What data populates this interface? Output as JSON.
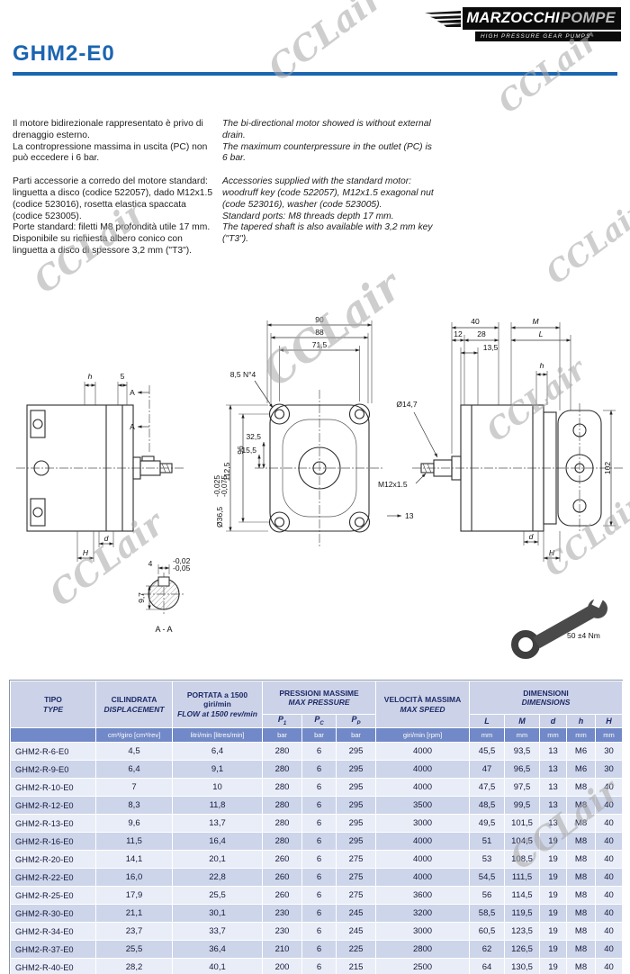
{
  "logo": {
    "brand": "MARZOCCHI",
    "brand2": "POMPE",
    "tagline": "HIGH PRESSURE GEAR PUMPS"
  },
  "title": "GHM2-E0",
  "watermark": "CCLair",
  "text": {
    "it": [
      "Il motore bidirezionale rappresentato è privo di drenaggio esterno.",
      "La contropressione massima in uscita (PC) non può eccedere i 6 bar.",
      "Parti accessorie a corredo del motore standard: linguetta a disco (codice 522057), dado M12x1.5 (codice 523016), rosetta elastica spaccata (codice 523005).",
      "Porte standard: filetti M8 profondità utile 17 mm.",
      "Disponibile su richiesta albero conico con linguetta a disco di spessore 3,2 mm (\"T3\")."
    ],
    "en": [
      "The bi-directional motor showed is without external drain.",
      "The maximum counterpressure in the outlet (PC) is 6 bar.",
      "Accessories supplied with the standard motor: woodruff key (code 522057), M12x1.5 exagonal nut (code 523016), washer (code 523005).",
      "Standard ports: M8 threads depth 17 mm.",
      "The tapered shaft is also available with 3,2 mm key (\"T3\")."
    ]
  },
  "drawing": {
    "front": {
      "d90": "90",
      "d88": "88",
      "d715": "71,5",
      "holes": "8,5 N°4",
      "d1125": "112,5",
      "d96": "96",
      "d325": "32,5",
      "d155": "15,5",
      "dia": "Ø36,5",
      "tol1": "-0,025",
      "tol2": "-0,075"
    },
    "left": {
      "h": "h",
      "five": "5",
      "a1": "A",
      "a2": "A",
      "d": "d",
      "H": "H"
    },
    "right": {
      "d40": "40",
      "d12": "12",
      "d28": "28",
      "M": "M",
      "L": "L",
      "d135": "13,5",
      "dia": "Ø14,7",
      "thread": "M12x1.5",
      "d13": "13",
      "d102": "102",
      "h": "h",
      "d": "d",
      "H": "H"
    },
    "section": {
      "four": "4",
      "tol1": "-0,02",
      "tol2": "-0,05",
      "depth": "9,7",
      "label": "A - A"
    },
    "torque": "50 ±4 Nm"
  },
  "table": {
    "head": {
      "tipo": [
        "TIPO",
        "TYPE"
      ],
      "cilindrata": [
        "CILINDRATA",
        "DISPLACEMENT"
      ],
      "portata": [
        "PORTATA a 1500 giri/min",
        "FLOW at 1500 rev/min"
      ],
      "pressioni": [
        "PRESSIONI MASSIME",
        "MAX PRESSURE"
      ],
      "velocita": [
        "VELOCITÀ MASSIMA",
        "MAX SPEED"
      ],
      "dimensioni": [
        "DIMENSIONI",
        "DIMENSIONS"
      ],
      "sub": [
        {
          "b": "P",
          "s": "1"
        },
        {
          "b": "P",
          "s": "C"
        },
        {
          "b": "P",
          "s": "P"
        }
      ],
      "dims": [
        "L",
        "M",
        "d",
        "h",
        "H"
      ]
    },
    "units": [
      "",
      "cm³/giro [cm³/rev]",
      "litri/min [litres/min]",
      "bar",
      "bar",
      "bar",
      "giri/min [rpm]",
      "mm",
      "mm",
      "mm",
      "mm",
      "mm"
    ],
    "rows": [
      [
        "GHM2-R-6-E0",
        "4,5",
        "6,4",
        "280",
        "6",
        "295",
        "4000",
        "45,5",
        "93,5",
        "13",
        "M6",
        "30"
      ],
      [
        "GHM2-R-9-E0",
        "6,4",
        "9,1",
        "280",
        "6",
        "295",
        "4000",
        "47",
        "96,5",
        "13",
        "M6",
        "30"
      ],
      [
        "GHM2-R-10-E0",
        "7",
        "10",
        "280",
        "6",
        "295",
        "4000",
        "47,5",
        "97,5",
        "13",
        "M8",
        "40"
      ],
      [
        "GHM2-R-12-E0",
        "8,3",
        "11,8",
        "280",
        "6",
        "295",
        "3500",
        "48,5",
        "99,5",
        "13",
        "M8",
        "40"
      ],
      [
        "GHM2-R-13-E0",
        "9,6",
        "13,7",
        "280",
        "6",
        "295",
        "3000",
        "49,5",
        "101,5",
        "13",
        "M8",
        "40"
      ],
      [
        "GHM2-R-16-E0",
        "11,5",
        "16,4",
        "280",
        "6",
        "295",
        "4000",
        "51",
        "104,5",
        "19",
        "M8",
        "40"
      ],
      [
        "GHM2-R-20-E0",
        "14,1",
        "20,1",
        "260",
        "6",
        "275",
        "4000",
        "53",
        "108,5",
        "19",
        "M8",
        "40"
      ],
      [
        "GHM2-R-22-E0",
        "16,0",
        "22,8",
        "260",
        "6",
        "275",
        "4000",
        "54,5",
        "111,5",
        "19",
        "M8",
        "40"
      ],
      [
        "GHM2-R-25-E0",
        "17,9",
        "25,5",
        "260",
        "6",
        "275",
        "3600",
        "56",
        "114,5",
        "19",
        "M8",
        "40"
      ],
      [
        "GHM2-R-30-E0",
        "21,1",
        "30,1",
        "230",
        "6",
        "245",
        "3200",
        "58,5",
        "119,5",
        "19",
        "M8",
        "40"
      ],
      [
        "GHM2-R-34-E0",
        "23,7",
        "33,7",
        "230",
        "6",
        "245",
        "3000",
        "60,5",
        "123,5",
        "19",
        "M8",
        "40"
      ],
      [
        "GHM2-R-37-E0",
        "25,5",
        "36,4",
        "210",
        "6",
        "225",
        "2800",
        "62",
        "126,5",
        "19",
        "M8",
        "40"
      ],
      [
        "GHM2-R-40-E0",
        "28,2",
        "40,1",
        "200",
        "6",
        "215",
        "2500",
        "64",
        "130,5",
        "19",
        "M8",
        "40"
      ]
    ]
  }
}
